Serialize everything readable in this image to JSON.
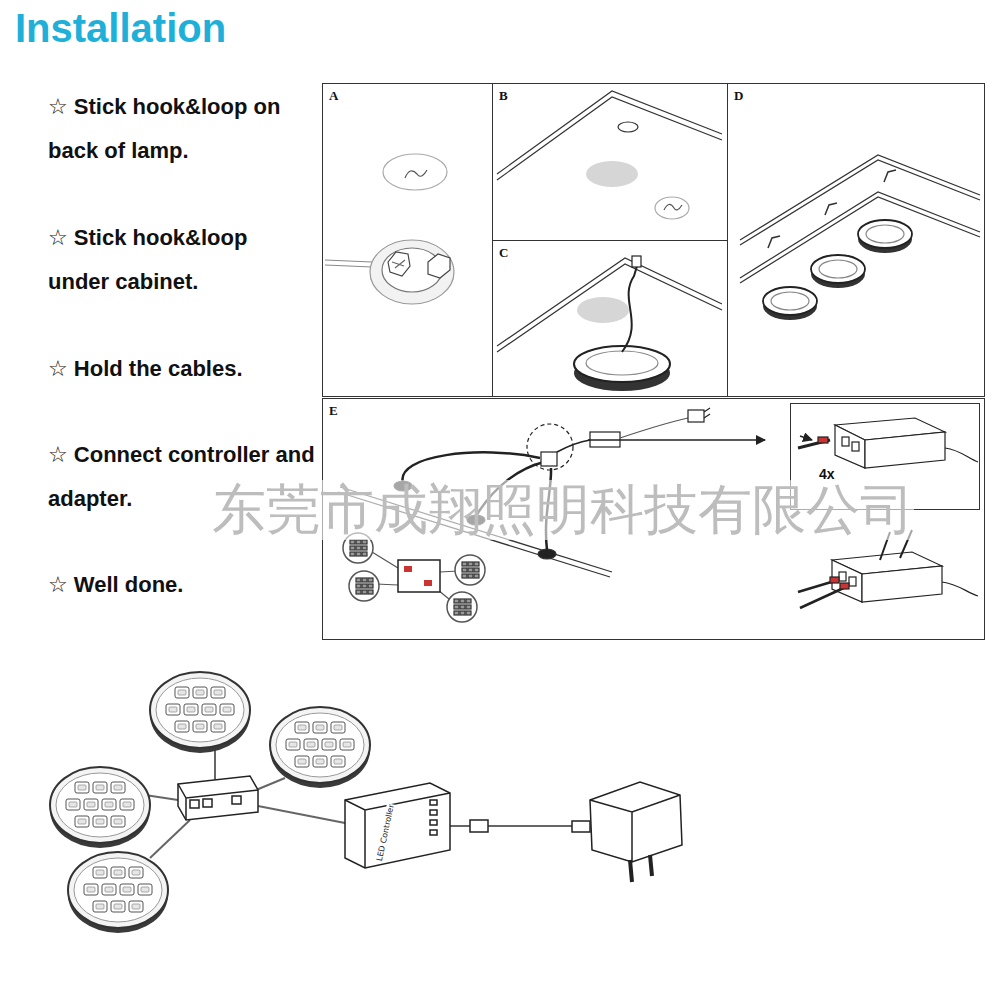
{
  "diagram": {
    "title": "Installation",
    "nodes": [
      {
        "text": [
          "A"
        ]
      },
      {
        "text": [
          "B"
        ]
      },
      {
        "text": [
          "C"
        ]
      },
      {
        "text": [
          "D"
        ]
      },
      {
        "text": [
          "E"
        ]
      },
      {
        "text": [
          "4x"
        ],
        "in": 4
      }
    ],
    "labels": [
      "☆ Stick hook&loop on back of lamp.",
      "☆ Stick hook&loop under cabinet.",
      "☆ Hold the cables.",
      "☆ Connect controller and adapter.",
      "☆ Well done.",
      "东莞市成翔照明科技有限公司",
      "LED Controller"
    ]
  }
}
